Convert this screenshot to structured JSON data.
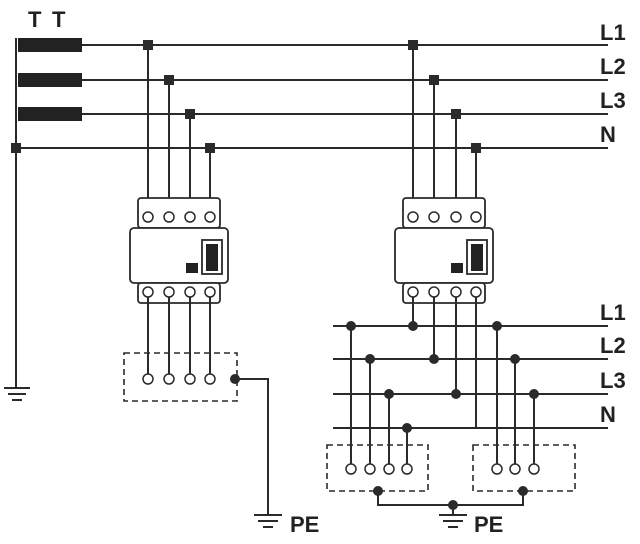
{
  "source_labels": [
    "T",
    "T"
  ],
  "bus_top": [
    "L1",
    "L2",
    "L3",
    "N"
  ],
  "bus_bottom": [
    "L1",
    "L2",
    "L3",
    "N"
  ],
  "earth_labels": [
    "PE",
    "PE"
  ]
}
